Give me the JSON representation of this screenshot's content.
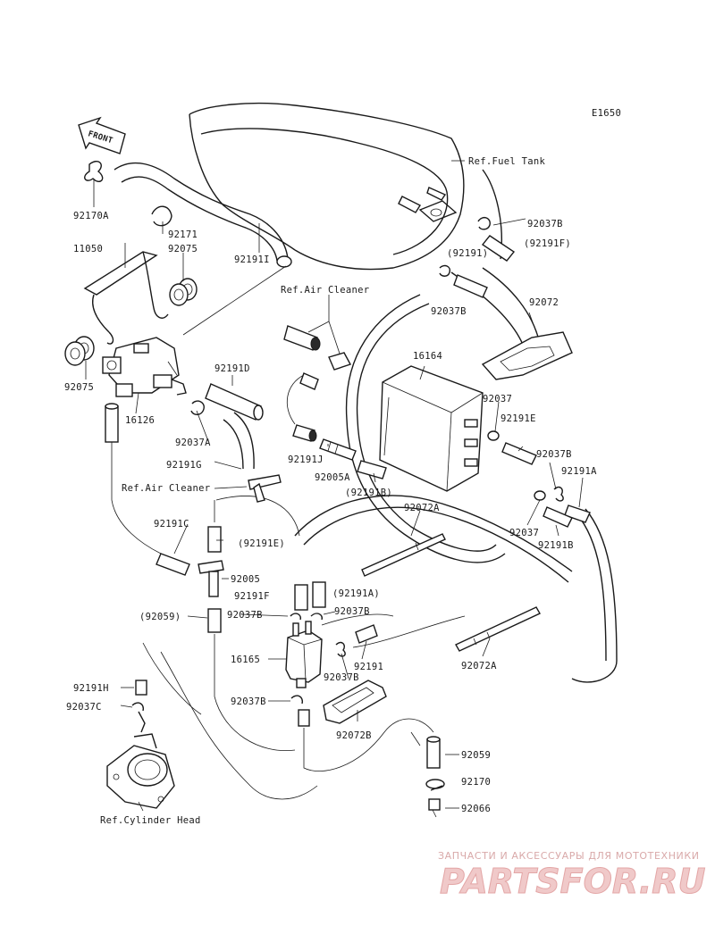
{
  "diagram_code": "E1650",
  "labels": {
    "ref_fuel_tank": "Ref.Fuel Tank",
    "ref_air_cleaner_top": "Ref.Air Cleaner",
    "ref_air_cleaner_left": "Ref.Air Cleaner",
    "ref_cylinder_head": "Ref.Cylinder Head",
    "front": "FRONT",
    "p92170A": "92170A",
    "p92171": "92171",
    "p11050": "11050",
    "p92075_top": "92075",
    "p92191I": "92191I",
    "p92075_bottom": "92075",
    "p16126": "16126",
    "p92191D": "92191D",
    "p92037A": "92037A",
    "p92191G": "92191G",
    "p92191C": "92191C",
    "p92191E_paren": "(92191E)",
    "p92005": "92005",
    "p92059_paren": "(92059)",
    "p92191H": "92191H",
    "p92037C": "92037C",
    "p92037B_top": "92037B",
    "p92191F_paren": "(92191F)",
    "p92191_paren": "(92191)",
    "p92037B_mid": "92037B",
    "p92072_top": "92072",
    "p16164": "16164",
    "p92037_upper": "92037",
    "p92191E": "92191E",
    "p92037B_right": "92037B",
    "p92191A": "92191A",
    "p92037_lower": "92037",
    "p92191B": "92191B",
    "p92191J": "92191J",
    "p92005A": "92005A",
    "p92191B_paren": "(92191B)",
    "p92072A_top": "92072A",
    "p92191F": "92191F",
    "p92191A_paren": "(92191A)",
    "p92037B_a": "92037B",
    "p92037B_b": "92037B",
    "p16165": "16165",
    "p92037B_c": "92037B",
    "p92191": "92191",
    "p92037B_d": "92037B",
    "p92072B": "92072B",
    "p92072A_bottom": "92072A",
    "p92059": "92059",
    "p92170": "92170",
    "p92066": "92066"
  },
  "watermark": {
    "tagline": "ЗАПЧАСТИ И АКСЕССУАРЫ ДЛЯ МОТОТЕХНИКИ",
    "logo": "PARTSFOR.RU"
  },
  "colors": {
    "line": "#1a1a1a",
    "watermark": "#e3a6a6"
  }
}
